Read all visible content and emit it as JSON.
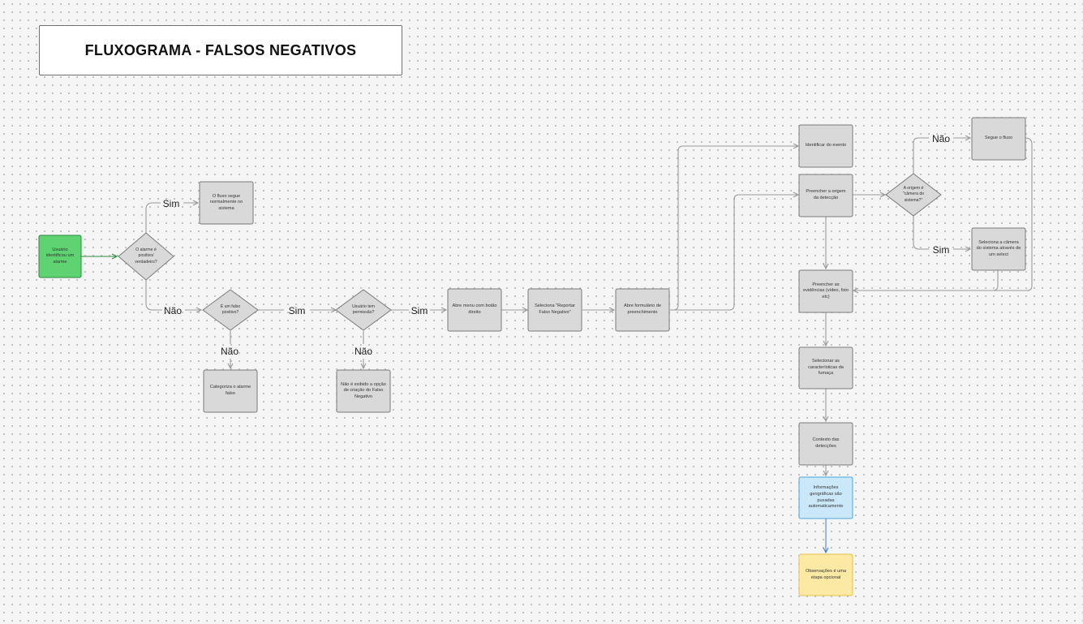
{
  "title": "FLUXOGRAMA - FALSOS NEGATIVOS",
  "colors": {
    "process_fill": "#d9d9d9",
    "process_stroke": "#7a7a7a",
    "start_fill": "#5fd272",
    "start_stroke": "#2e8b3e",
    "info_fill": "#cbe8fb",
    "info_stroke": "#4fa4dc",
    "note_fill": "#fce9a4",
    "note_stroke": "#e3c14b",
    "edge": "#9a9a9a"
  },
  "nodes": {
    "start": "Usuário identificou um alarme",
    "d_verdadeiro": "O alarme é positivo/ verdadeiro?",
    "fluxo_segue": "O fluxo segue normalmente no sistema",
    "d_falso_positivo": "É um falso positivo?",
    "categoriza": "Categoriza o alarme falso",
    "d_permissao": "Usuário tem permissão?",
    "nao_exibido": "Não é exibido a opção de criação do Falso Negativo",
    "abre_menu": "Abre menu com botão direito",
    "seleciona_reportar": "Seleciona \"Reportar Falso Negativo\"",
    "abre_formulario": "Abre formulário de preenchimento",
    "identificar_evento": "Identificar do evento",
    "preencher_origem": "Preencher a origem da detecção",
    "d_origem": "A origem é \"câmera do sistema?\"",
    "segue_fluxo": "Segue o fluxo",
    "seleciona_camera": "Seleciona a câmera do sistema através de um select",
    "preencher_evidencias": "Preencher as evidências (vídeo, foto etc)",
    "selecionar_caracteristicas": "Selecionar as características da fumaça",
    "contexto": "Contexto das detecções",
    "informacoes_geo": "Informações geográficas são puxadas automaticamente",
    "observacoes": "Observações é uma etapa opcional"
  },
  "labels": {
    "sim_1": "Sim",
    "nao_1": "Não",
    "sim_2": "Sim",
    "nao_2": "Não",
    "sim_3": "Sim",
    "nao_3": "Não",
    "nao_4": "Não",
    "sim_4": "Sim"
  }
}
